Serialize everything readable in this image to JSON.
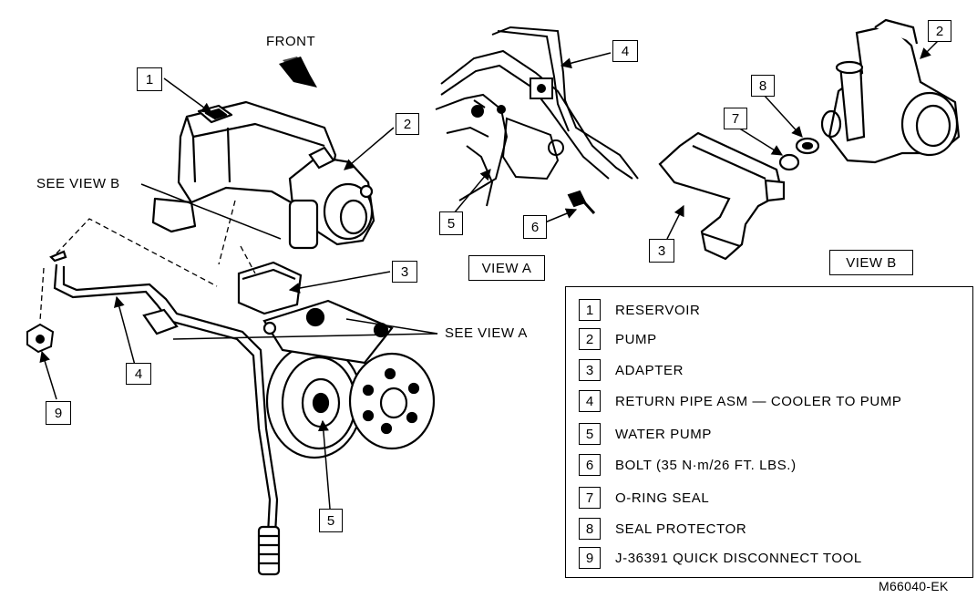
{
  "labels": {
    "front": "FRONT",
    "see_view_b": "SEE VIEW B",
    "see_view_a": "SEE VIEW A",
    "view_a": "VIEW A",
    "view_b": "VIEW B",
    "figure_id": "M66040-EK"
  },
  "callouts": {
    "c1": "1",
    "c2_main": "2",
    "c2_viewb": "2",
    "c3_main": "3",
    "c3_viewb": "3",
    "c4_main": "4",
    "c4_viewa": "4",
    "c5_main": "5",
    "c5_viewa": "5",
    "c6": "6",
    "c7": "7",
    "c8": "8",
    "c9": "9"
  },
  "legend": [
    {
      "num": "1",
      "label": "RESERVOIR"
    },
    {
      "num": "2",
      "label": "PUMP"
    },
    {
      "num": "3",
      "label": "ADAPTER"
    },
    {
      "num": "4",
      "label": "RETURN PIPE ASM — COOLER TO PUMP"
    },
    {
      "num": "5",
      "label": "WATER PUMP"
    },
    {
      "num": "6",
      "label": "BOLT (35 N·m/26 FT. LBS.)"
    },
    {
      "num": "7",
      "label": "O-RING SEAL"
    },
    {
      "num": "8",
      "label": "SEAL PROTECTOR"
    },
    {
      "num": "9",
      "label": "J-36391 QUICK DISCONNECT TOOL"
    }
  ]
}
